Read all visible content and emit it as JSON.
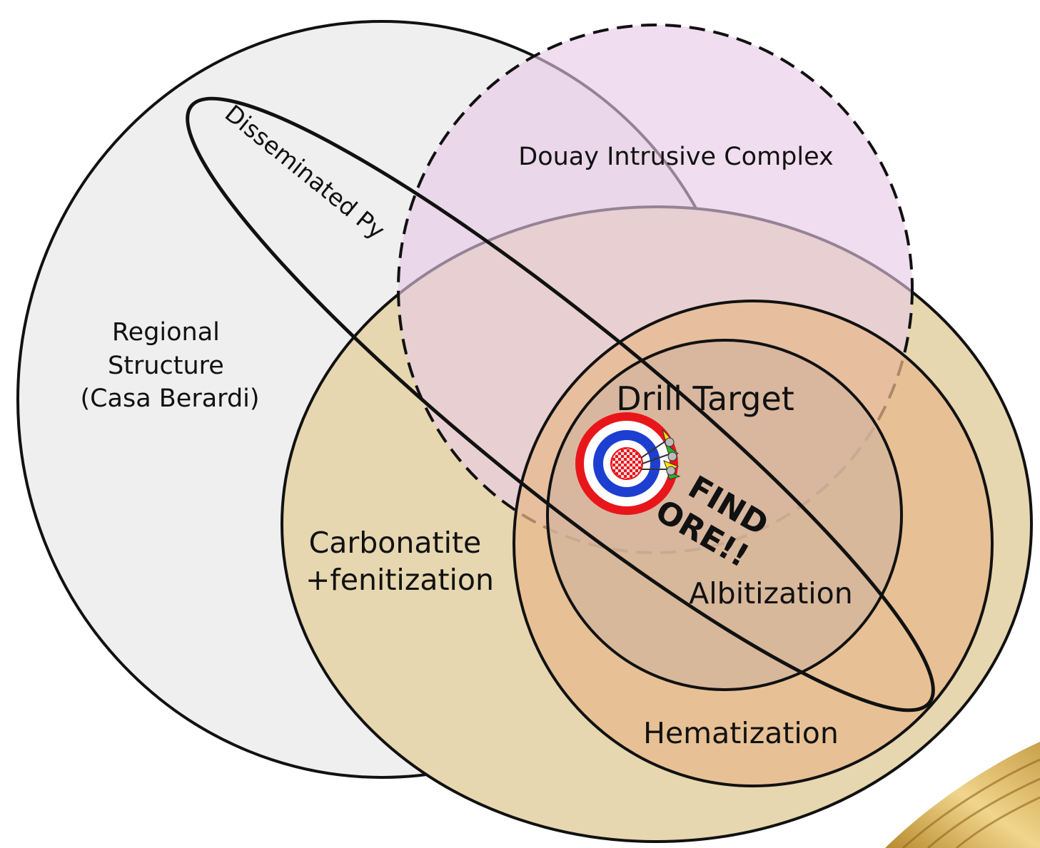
{
  "diagram": {
    "regions": {
      "regional_structure": {
        "lines": [
          "Regional",
          "Structure",
          "(Casa Berardi)"
        ],
        "fill": "#efefef"
      },
      "douay": {
        "label": "Douay Intrusive Complex",
        "fill": "#e6c9e6"
      },
      "carbonatite": {
        "lines": [
          "Carbonatite",
          "+fenitization"
        ],
        "fill": "#e6d7b0"
      },
      "hematization": {
        "label": "Hematization",
        "fill": "#e7b98a"
      },
      "albitization": {
        "label": "Albitization"
      },
      "drill_target": {
        "label": "Drill Target"
      },
      "disseminated_py": {
        "label": "Disseminated Py"
      }
    },
    "callout": {
      "lines": [
        "FIND",
        "ORE!!"
      ]
    },
    "target_icon": {
      "name": "bullseye-with-darts",
      "colors": [
        "#e8161b",
        "#ffffff",
        "#1d3fd1"
      ]
    }
  }
}
